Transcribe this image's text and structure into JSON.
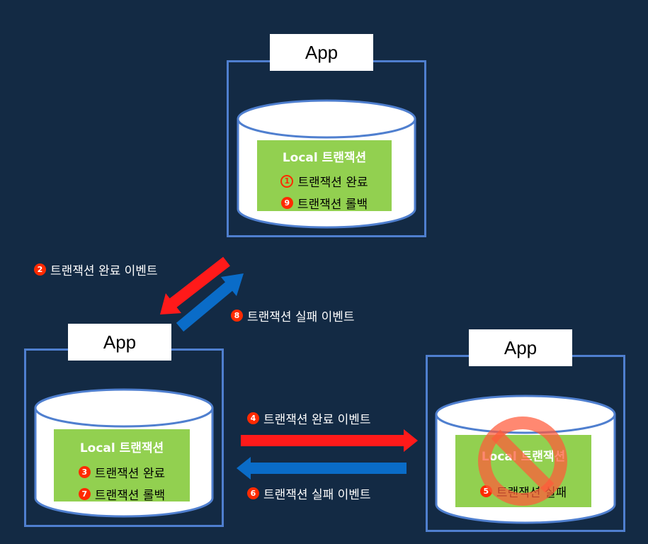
{
  "colors": {
    "background": "#132a44",
    "frame": "#4f7fcf",
    "green": "#92d050",
    "red_arrow": "#ff1a1a",
    "blue_arrow": "#0a6cc8",
    "number_red": "#ff2a00",
    "cancel_sign": "#ff5a3a"
  },
  "top_app": {
    "label": "App",
    "db_title": "Local 트랜잭션",
    "steps": [
      {
        "num": "1",
        "text": "트랜잭션 완료"
      },
      {
        "num": "9",
        "text": "트랜잭션 롤백"
      }
    ]
  },
  "left_app": {
    "label": "App",
    "db_title": "Local 트랜잭션",
    "steps": [
      {
        "num": "3",
        "text": "트랜잭션 완료"
      },
      {
        "num": "7",
        "text": "트랜잭션 롤백"
      }
    ]
  },
  "right_app": {
    "label": "App",
    "db_title": "Local 트랜잭션",
    "steps": [
      {
        "num": "5",
        "text": "트랜잭션 실패"
      }
    ],
    "icon": "cancel-sign-icon"
  },
  "events": {
    "e2": {
      "num": "2",
      "text": "트랜잭션 완료 이벤트"
    },
    "e8": {
      "num": "8",
      "text": "트랜잭션 실패 이벤트"
    },
    "e4": {
      "num": "4",
      "text": "트랜잭션 완료 이벤트"
    },
    "e6": {
      "num": "6",
      "text": "트랜잭션 실패 이벤트"
    }
  }
}
